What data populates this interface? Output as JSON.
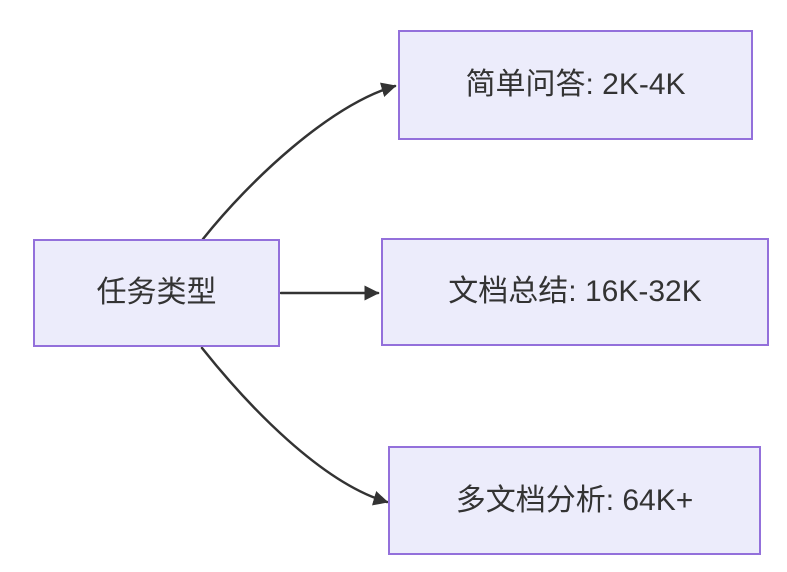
{
  "diagram": {
    "type": "flowchart",
    "root_node": {
      "label": "任务类型"
    },
    "branches": [
      {
        "label": "简单问答: 2K-4K"
      },
      {
        "label": "文档总结: 16K-32K"
      },
      {
        "label": "多文档分析: 64K+"
      }
    ],
    "colors": {
      "node_fill": "#ECECFB",
      "node_border": "#9370DB",
      "edge_line": "#333333",
      "label_text": "#333333"
    }
  }
}
